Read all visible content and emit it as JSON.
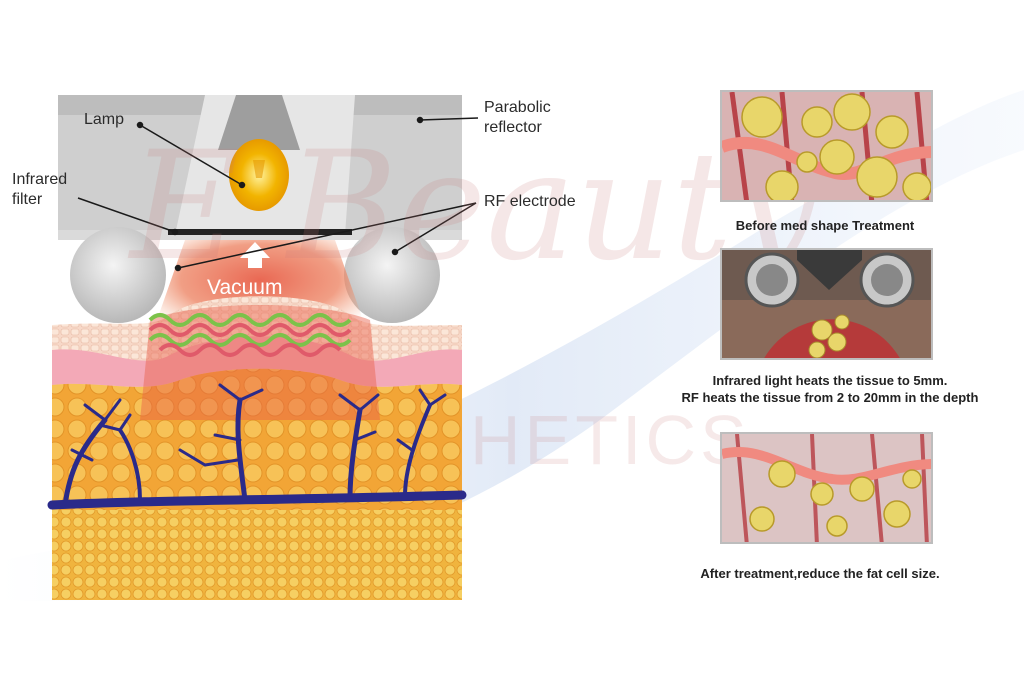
{
  "diagram": {
    "labels": {
      "lamp": "Lamp",
      "parabolic_reflector": "Parabolic reflector",
      "infrared_filter": "Infrared filter",
      "rf_electrode": "RF electrode",
      "vacuum": "Vacuum"
    }
  },
  "panels": [
    {
      "caption": "Before med shape Treatment"
    },
    {
      "caption": "Infrared light heats the tissue to 5mm.\nRF heats the tissue from 2 to 20mm in the depth"
    },
    {
      "caption": "After treatment,reduce the fat cell size."
    }
  ],
  "watermark": {
    "script_text": "E     Beauty",
    "sub_text": "HETICS"
  },
  "colors": {
    "reflector": "#c9c9c9",
    "lamp": "#f2b400",
    "heat": "#e8604a",
    "fat": "#f0a93a",
    "skin": "#f4b3b9",
    "vessel": "#2a2a8a",
    "tissue_red": "#b0282f",
    "fat_cell": "#e8d66a"
  }
}
